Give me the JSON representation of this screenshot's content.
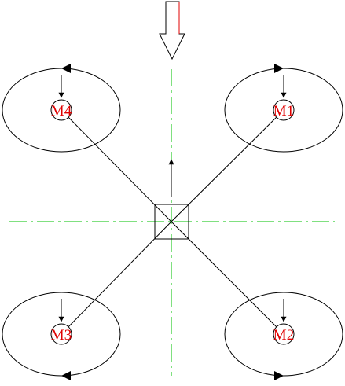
{
  "diagram": {
    "colors": {
      "background": "#ffffff",
      "line": "#000000",
      "center_line": "#00c000",
      "label": "#e00000",
      "direction_arrow_outline": "#000000",
      "direction_arrow_accent": "#e00000"
    },
    "motors": [
      {
        "id": "m1",
        "label": "M1",
        "rotation": "clockwise"
      },
      {
        "id": "m2",
        "label": "M2",
        "rotation": "counterclockwise"
      },
      {
        "id": "m3",
        "label": "M3",
        "rotation": "clockwise"
      },
      {
        "id": "m4",
        "label": "M4",
        "rotation": "counterclockwise"
      }
    ]
  }
}
